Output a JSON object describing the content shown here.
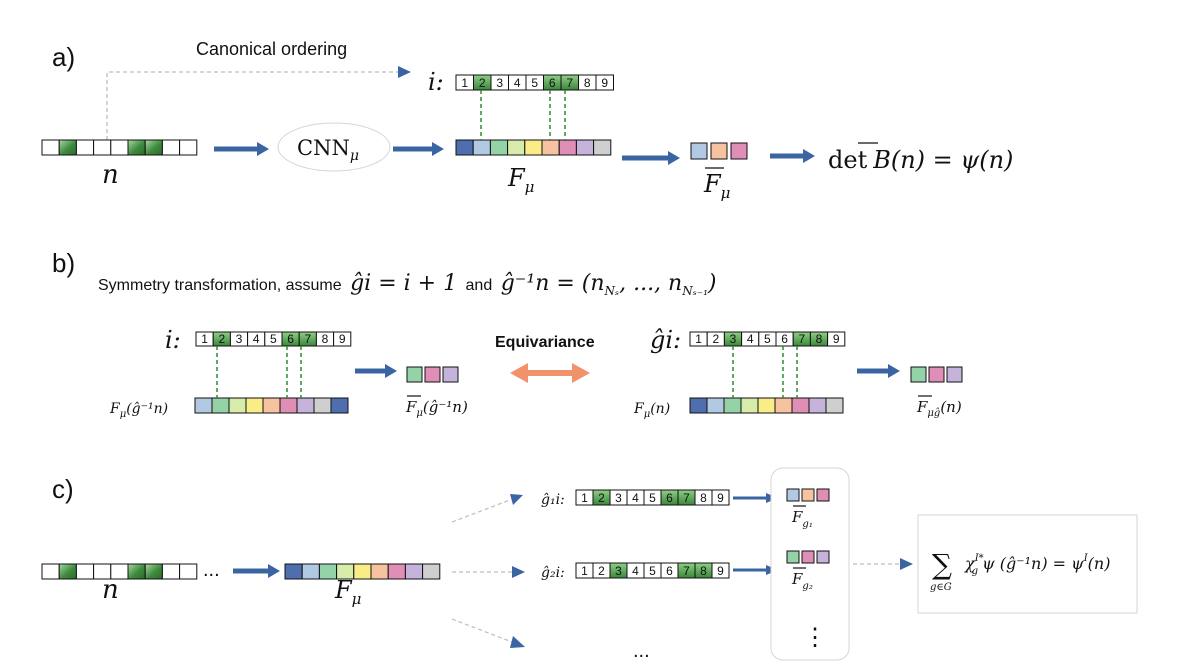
{
  "colors": {
    "arrow_blue": "#3b64a3",
    "equiv_orange": "#f2926b",
    "green_dark": "#3e8a3e",
    "green_light": "#b6dfb0",
    "dashed_green": "#2e8b2e",
    "dashed_gray": "#bdbdbd",
    "cell_colors": [
      "#4e6eb0",
      "#b2c9e3",
      "#94d2a8",
      "#d7ecaa",
      "#f9ee86",
      "#f6c29f",
      "#df8fb6",
      "#c6b3dc",
      "#cfcfcf"
    ]
  },
  "panel_a": {
    "label": "a)",
    "canonical_ordering": "Canonical ordering",
    "index_label": "i:",
    "indices": [
      "1",
      "2",
      "3",
      "4",
      "5",
      "6",
      "7",
      "8",
      "9"
    ],
    "n_label": "n",
    "cnn_label": "CNN",
    "cnn_sub": "μ",
    "f_label": "F",
    "f_sub": "μ",
    "fbar_label": "F",
    "fbar_sub": "μ",
    "det_prefix": "det",
    "det_B": "B",
    "det_rest": "(n) = ψ(n)"
  },
  "panel_b": {
    "label": "b)",
    "title_text": "Symmetry transformation, assume",
    "cond1": "ĝi = i + 1",
    "and_text": "and",
    "cond2_lhs": "ĝ⁻¹n = (n",
    "cond2_sub1": "Nₛ",
    "cond2_mid": ", ..., n",
    "cond2_sub2": "Nₛ₋₁",
    "cond2_end": ")",
    "left_index_label": "i:",
    "right_index_label": "ĝi:",
    "indices": [
      "1",
      "2",
      "3",
      "4",
      "5",
      "6",
      "7",
      "8",
      "9"
    ],
    "left_f_label": "F",
    "left_f_sub": "μ",
    "left_f_arg": "(ĝ⁻¹n)",
    "right_f_label": "F",
    "right_f_sub": "μ",
    "right_f_arg": "(n)",
    "left_out_label": "F",
    "left_out_sub": "μ",
    "left_out_arg": "(ĝ⁻¹n)",
    "right_out_label": "F",
    "right_out_sub": "μĝ",
    "right_out_arg": "(n)",
    "equivariance": "Equivariance"
  },
  "panel_c": {
    "label": "c)",
    "n_label": "n",
    "ellipsis": "...",
    "f_label": "F",
    "f_sub": "μ",
    "g1_label": "ĝ₁i:",
    "g2_label": "ĝ₂i:",
    "indices": [
      "1",
      "2",
      "3",
      "4",
      "5",
      "6",
      "7",
      "8",
      "9"
    ],
    "fbar_g1": "F",
    "fbar_g1_sub": "g₁",
    "fbar_g2": "F",
    "fbar_g2_sub": "g₂",
    "bottom_ellipsis": "...",
    "vdots": "⋮",
    "sum_symbol": "∑",
    "sum_sub": "g∈G",
    "formula": "χ",
    "formula_sup": "I*",
    "formula_sub": "g",
    "formula_rest": "ψ (ĝ⁻¹n) = ψ",
    "formula_sup2": "I",
    "formula_end": "(n)"
  }
}
